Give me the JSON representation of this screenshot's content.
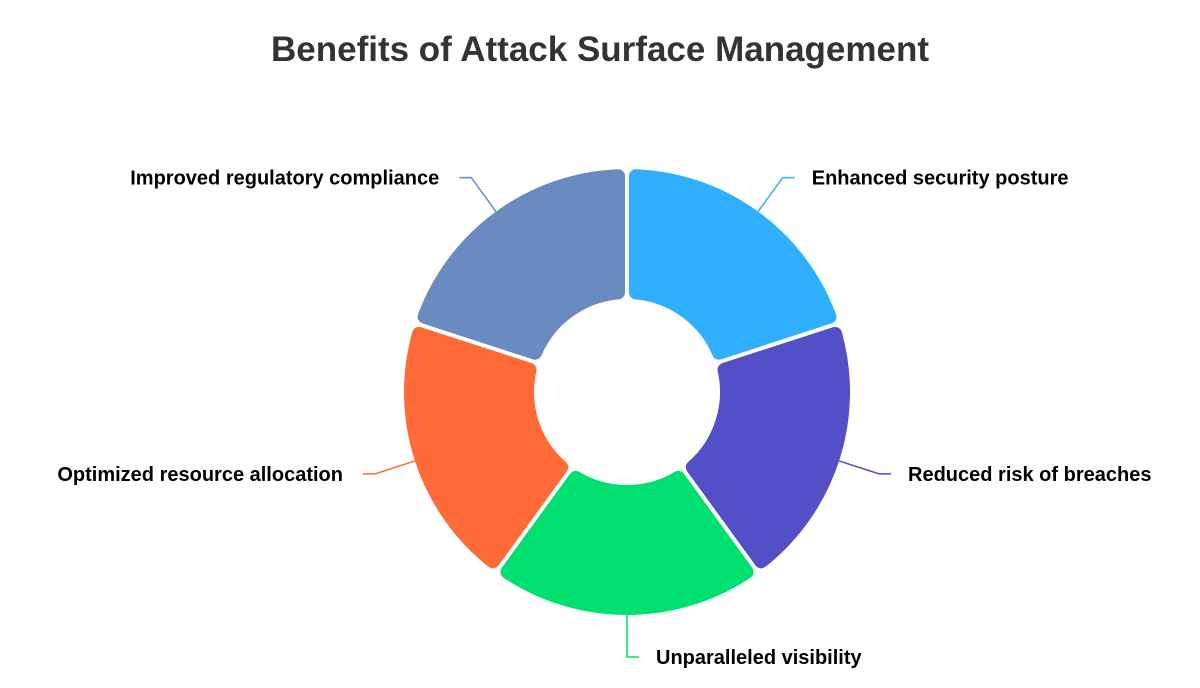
{
  "chart_data": {
    "type": "pie",
    "variant": "donut",
    "title": "Benefits of Attack Surface Management",
    "categories": [
      "Enhanced security posture",
      "Reduced risk of breaches",
      "Unparalleled visibility",
      "Optimized resource allocation",
      "Improved regulatory compliance"
    ],
    "values": [
      1,
      1,
      1,
      1,
      1
    ],
    "colors": [
      "#2eafff",
      "#534fc6",
      "#00e070",
      "#ff6a36",
      "#6a8bbf"
    ],
    "legend": "none"
  }
}
